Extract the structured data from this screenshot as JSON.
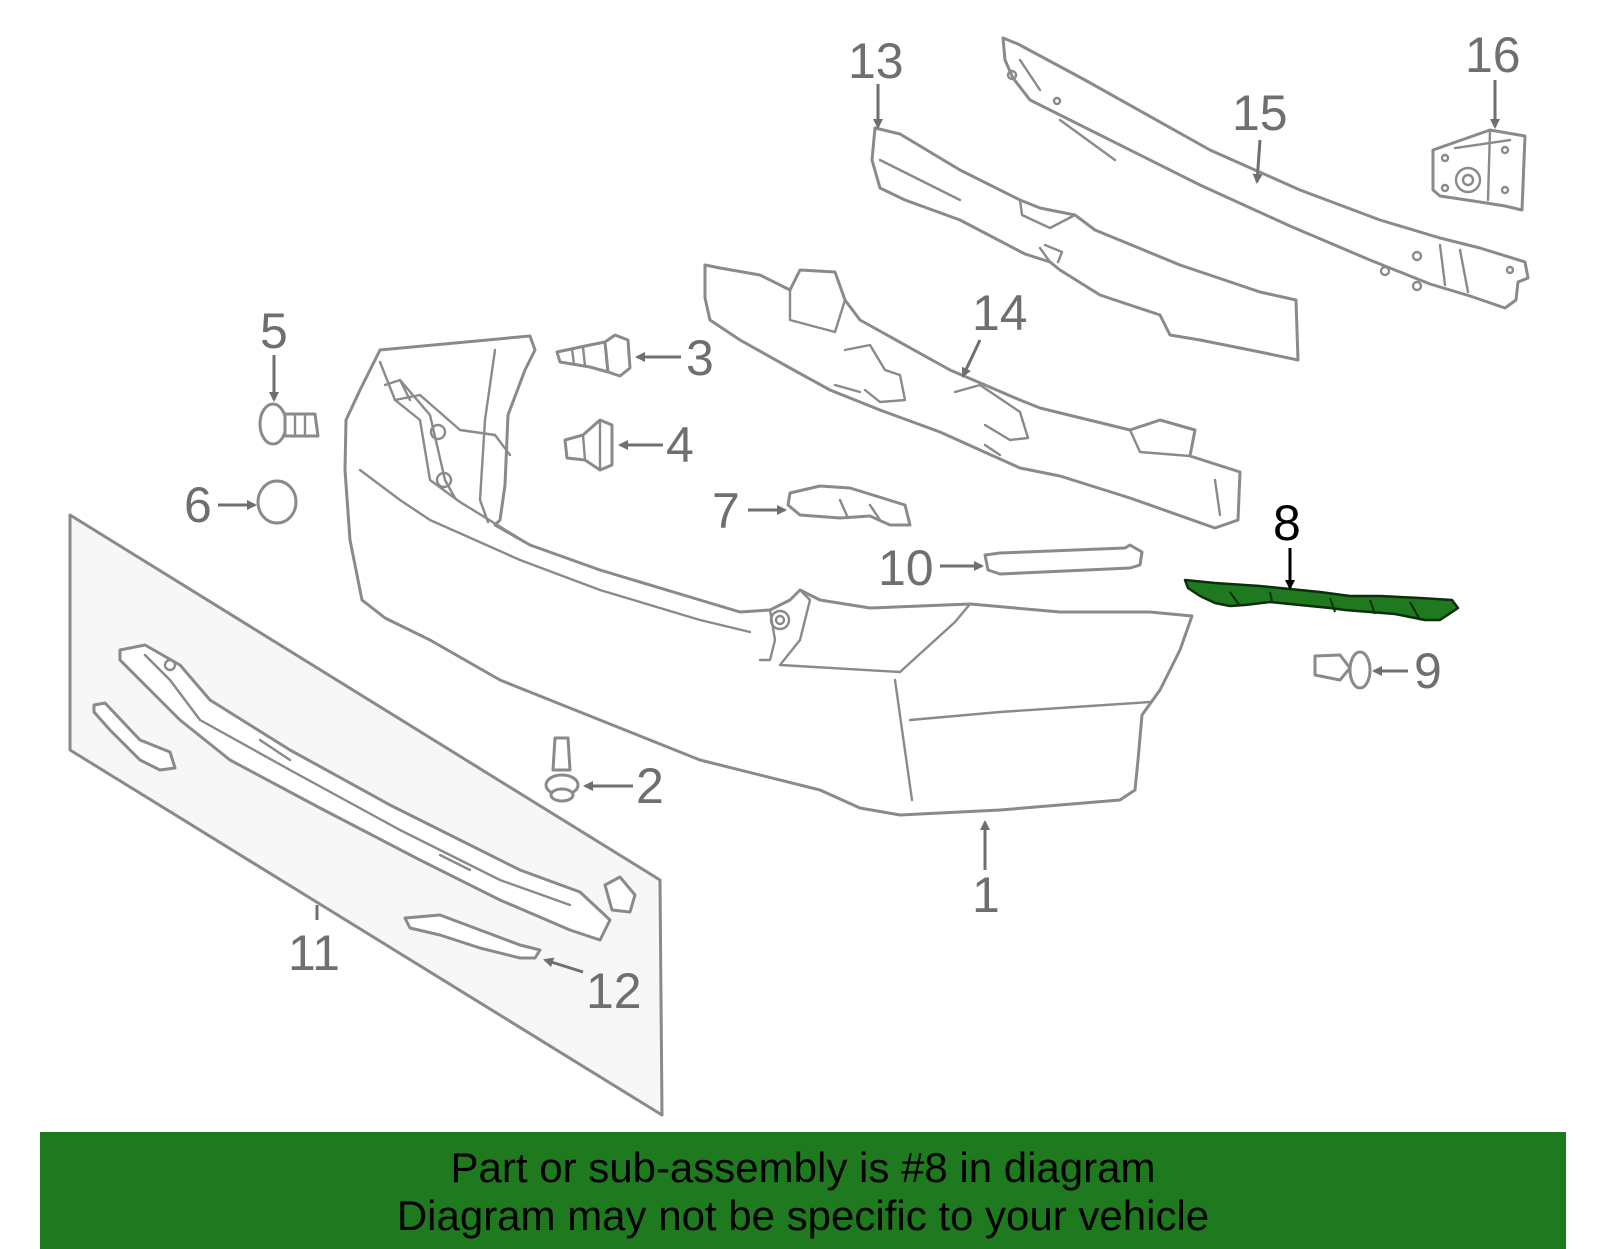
{
  "callouts": {
    "c1": "1",
    "c2": "2",
    "c3": "3",
    "c4": "4",
    "c5": "5",
    "c6": "6",
    "c7": "7",
    "c8": "8",
    "c9": "9",
    "c10": "10",
    "c11": "11",
    "c12": "12",
    "c13": "13",
    "c14": "14",
    "c15": "15",
    "c16": "16"
  },
  "highlighted_part": "8",
  "colors": {
    "highlight": "#1f7a1f",
    "banner": "#1f7a1f",
    "line": "#8a8a8a",
    "label": "#6f6f6f"
  },
  "banner": {
    "line1": "Part or sub-assembly is #8 in diagram",
    "line2": "Diagram may not be specific to your vehicle"
  }
}
